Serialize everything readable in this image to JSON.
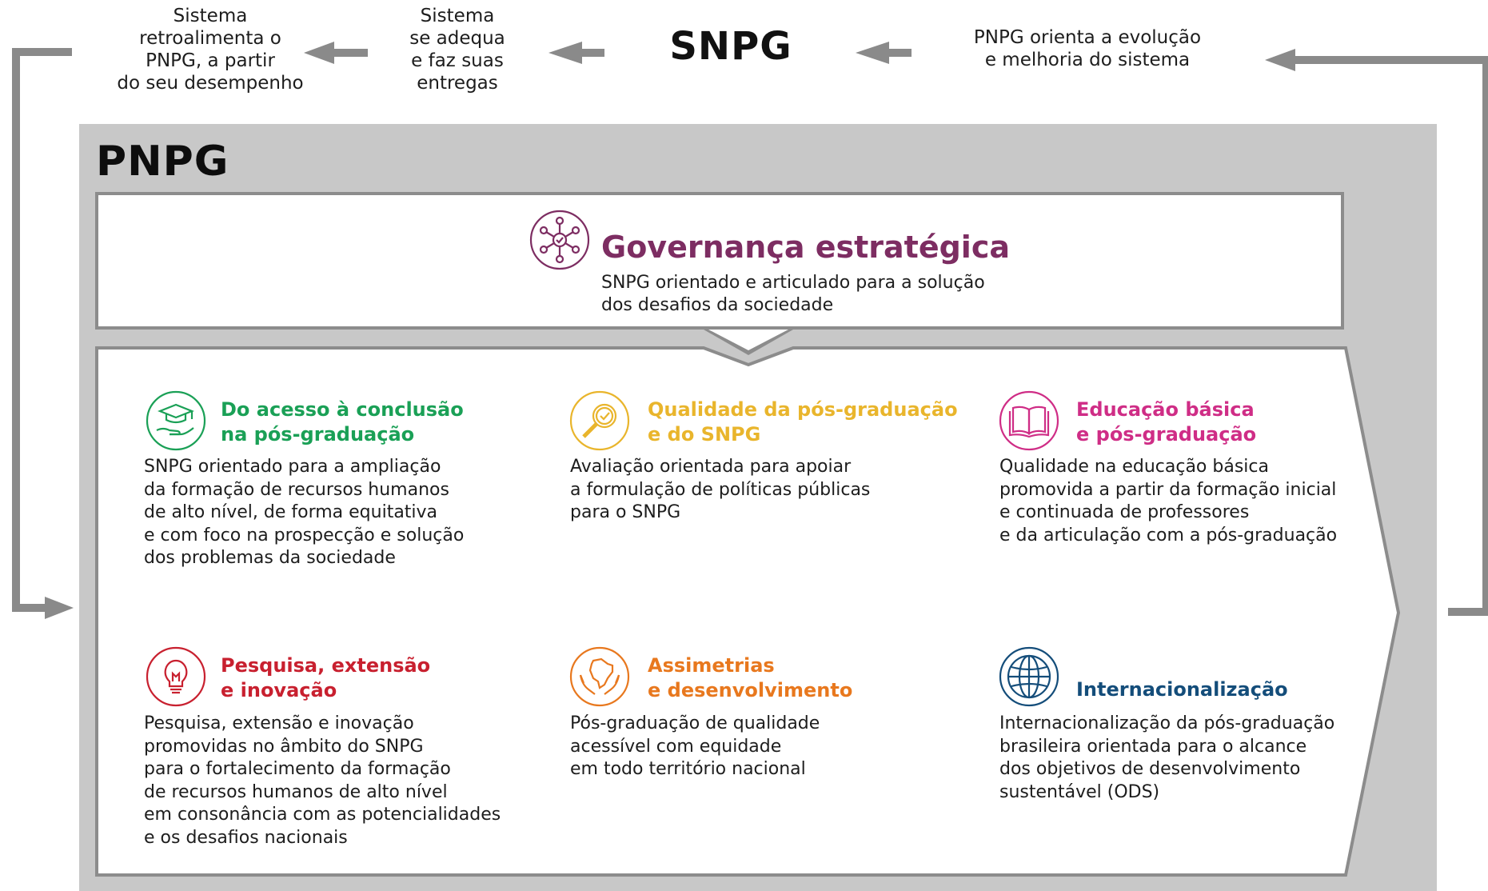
{
  "top": {
    "snpg_title": "SNPG",
    "step_orient": [
      "PNPG orienta a evolução",
      "e melhoria do sistema"
    ],
    "step_adapt": [
      "Sistema",
      "se adequa",
      "e faz suas",
      "entregas"
    ],
    "step_feedback": [
      "Sistema",
      "retroalimenta o",
      "PNPG, a partir",
      "do seu desempenho"
    ]
  },
  "pnpg": {
    "title": "PNPG",
    "governance": {
      "title": "Governança estratégica",
      "desc": [
        "SNPG orientado e articulado para a solução",
        "dos desafios da sociedade"
      ],
      "icon": "network-check-icon",
      "color": "#7d2d62"
    },
    "cards": [
      {
        "title": [
          "Do acesso à conclusão",
          "na pós-graduação"
        ],
        "desc": [
          "SNPG orientado para a ampliação",
          "da formação de recursos humanos",
          "de alto nível, de forma equitativa",
          "e com foco na prospecção e solução",
          "dos problemas da sociedade"
        ],
        "icon": "graduation-cap-hand-icon",
        "color": "#1aa056"
      },
      {
        "title": [
          "Qualidade da pós-graduação",
          "e do SNPG"
        ],
        "desc": [
          "Avaliação orientada para apoiar",
          "a formulação de políticas públicas",
          "para o SNPG"
        ],
        "icon": "magnifier-check-icon",
        "color": "#e9b52c"
      },
      {
        "title": [
          "Educação básica",
          "e pós-graduação"
        ],
        "desc": [
          "Qualidade na educação básica",
          "promovida a partir da formação inicial",
          "e continuada de professores",
          "e da articulação com a pós-graduação"
        ],
        "icon": "open-book-icon",
        "color": "#cf2d86"
      },
      {
        "title": [
          "Pesquisa, extensão",
          "e inovação"
        ],
        "desc": [
          "Pesquisa, extensão e inovação",
          "promovidas no âmbito do SNPG",
          "para o fortalecimento da formação",
          "de recursos humanos de alto nível",
          "em consonância com as potencialidades",
          "e os desafios nacionais"
        ],
        "icon": "lightbulb-icon",
        "color": "#c8202f"
      },
      {
        "title": [
          "Assimetrias",
          "e desenvolvimento"
        ],
        "desc": [
          "Pós-graduação de qualidade",
          "acessível com equidade",
          "em todo território nacional"
        ],
        "icon": "hands-map-icon",
        "color": "#e8781e"
      },
      {
        "title": [
          "Internacionalização"
        ],
        "desc": [
          "Internacionalização da pós-graduação",
          "brasileira orientada para o alcance",
          "dos objetivos de desenvolvimento",
          "sustentável (ODS)"
        ],
        "icon": "globe-icon",
        "color": "#144d7a"
      }
    ]
  }
}
